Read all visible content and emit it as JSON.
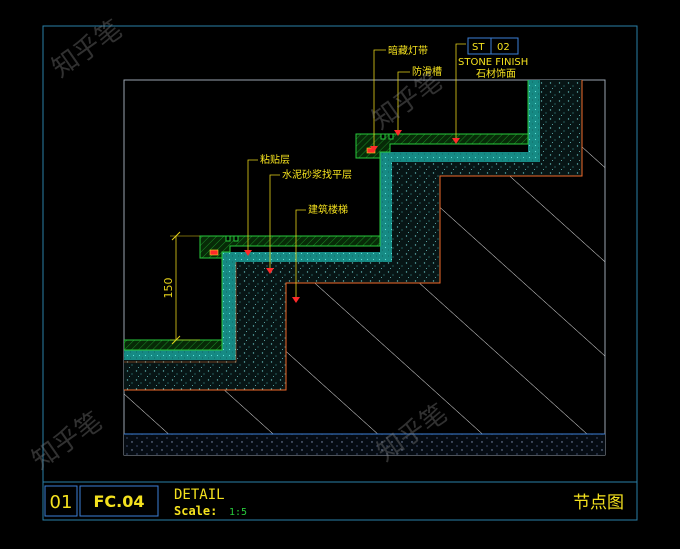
{
  "labels": {
    "concealed_light": "暗藏灯带",
    "anti_slip": "防滑槽",
    "stone_finish_en": "STONE FINISH",
    "stone_finish_cn": "石材饰面",
    "adhesive_layer": "粘贴层",
    "mortar_leveling": "水泥砂浆找平层",
    "structural_stair": "建筑楼梯"
  },
  "tag": {
    "code": "ST",
    "number": "02"
  },
  "dimension": {
    "value": "150"
  },
  "title_block": {
    "index": "01",
    "code": "FC.04",
    "title": "DETAIL",
    "scale_label": "Scale:",
    "scale_value": "1:5",
    "name_cn": "节点图"
  },
  "watermark": "知乎笔",
  "colors": {
    "background": "#000000",
    "frame": "#2a7fa8",
    "panel_border": "#3b7fd8",
    "stone_outline": "#27c93b",
    "layer_teal": "#1f9e96",
    "speckle": "#1c3b3b",
    "annotation": "#f4e11e",
    "leader": "#e6d21a",
    "arrow": "#ff2a2a",
    "structure_edge": "#f06a2a",
    "hatch": "#d8d8d8",
    "title_text": "#f4e11e",
    "scale_value": "#27c93b"
  }
}
